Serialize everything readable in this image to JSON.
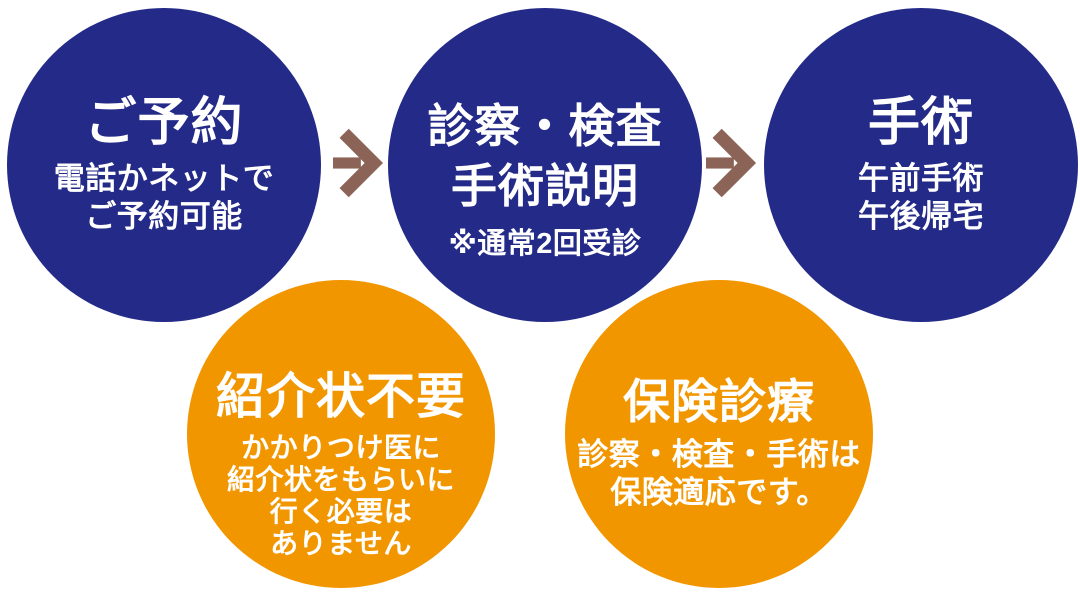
{
  "colors": {
    "navy": "#232a87",
    "orange": "#f29600",
    "arrow_brown": "#8b6457",
    "text": "#ffffff",
    "background": "#ffffff"
  },
  "flow": {
    "steps": [
      {
        "title": "ご予約",
        "sub": [
          "電話かネットで",
          "ご予約可能"
        ]
      },
      {
        "title_lines": [
          "診察・検査",
          "手術説明"
        ],
        "note": "※通常2回受診"
      },
      {
        "title": "手術",
        "sub": [
          "午前手術",
          "午後帰宅"
        ]
      }
    ]
  },
  "badges": [
    {
      "title": "紹介状不要",
      "sub": [
        "かかりつけ医に",
        "紹介状をもらいに",
        "行く必要は",
        "ありません"
      ]
    },
    {
      "title": "保険診療",
      "sub": [
        "診察・検査・手術は",
        "保険適応です。"
      ]
    }
  ]
}
